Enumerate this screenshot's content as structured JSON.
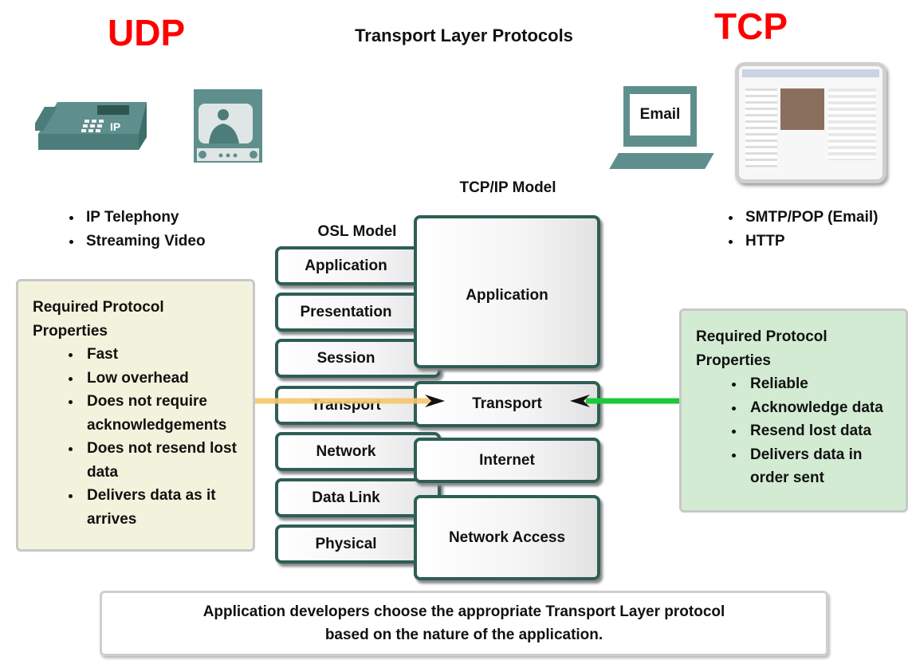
{
  "title": "Transport Layer Protocols",
  "udp": {
    "label": "UDP",
    "apps": [
      "IP Telephony",
      "Streaming Video"
    ],
    "properties_title": "Required Protocol Properties",
    "properties": [
      "Fast",
      "Low overhead",
      "Does not require acknowledgements",
      "Does not resend lost data",
      "Delivers data as it arrives"
    ],
    "phone_label": "IP"
  },
  "tcp": {
    "label": "TCP",
    "apps": [
      "SMTP/POP (Email)",
      "HTTP"
    ],
    "properties_title": "Required Protocol Properties",
    "properties": [
      "Reliable",
      "Acknowledge data",
      "Resend lost data",
      "Delivers data in order sent"
    ],
    "email_label": "Email"
  },
  "osi": {
    "label": "OSL Model",
    "layers": [
      "Application",
      "Presentation",
      "Session",
      "Transport",
      "Network",
      "Data Link",
      "Physical"
    ]
  },
  "tcpip": {
    "label": "TCP/IP Model",
    "layers": [
      "Application",
      "Transport",
      "Internet",
      "Network Access"
    ]
  },
  "note": "Application developers choose the appropriate Transport Layer protocol based on the nature of the application.",
  "colors": {
    "udp_arrow": "#f7c66b",
    "tcp_arrow": "#1ec83a",
    "udp_box": "#f3f2dc",
    "tcp_box": "#d3ebd3",
    "layer_border": "#2e5e55",
    "icon": "#5f8f8c"
  }
}
